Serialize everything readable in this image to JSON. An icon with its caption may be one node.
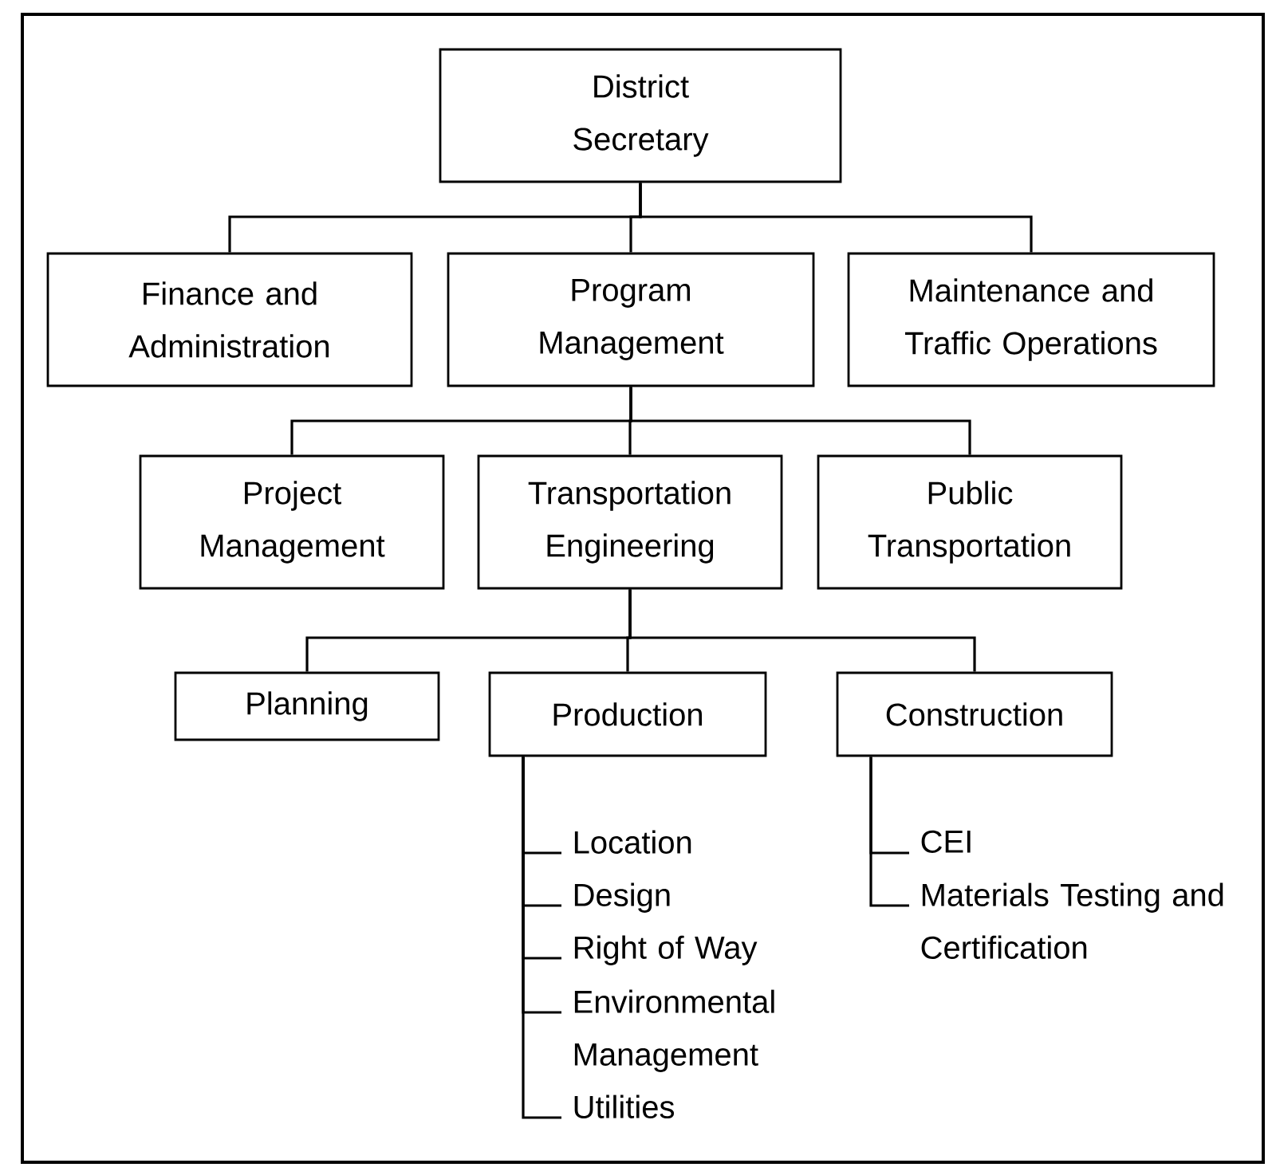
{
  "diagram": {
    "nodes": [
      {
        "text": [
          "District Secretary"
        ]
      },
      {
        "text": [
          "Finance and Administration"
        ]
      },
      {
        "text": [
          "Program Management"
        ]
      },
      {
        "text": [
          "Maintenance and Traffic Operations"
        ]
      },
      {
        "text": [
          "Project Management"
        ]
      },
      {
        "text": [
          "Transportation Engineering"
        ]
      },
      {
        "text": [
          "Public Transportation"
        ]
      },
      {
        "text": [
          "Planning"
        ]
      },
      {
        "text": [
          "Production"
        ]
      },
      {
        "text": [
          "Construction"
        ]
      },
      {
        "text": [
          "Location"
        ]
      },
      {
        "text": [
          "Design"
        ]
      },
      {
        "text": [
          "Right of Way"
        ]
      },
      {
        "text": [
          "Environmental Management"
        ]
      },
      {
        "text": [
          "Utilities"
        ]
      },
      {
        "text": [
          "CEI"
        ]
      },
      {
        "text": [
          "Materials Testing and Certification"
        ]
      }
    ],
    "edges": [
      {
        "from": 0,
        "to": 1,
        "arrow": "none"
      },
      {
        "from": 0,
        "to": 2,
        "arrow": "none"
      },
      {
        "from": 0,
        "to": 3,
        "arrow": "none"
      },
      {
        "from": 2,
        "to": 4,
        "arrow": "none"
      },
      {
        "from": 2,
        "to": 5,
        "arrow": "none"
      },
      {
        "from": 2,
        "to": 6,
        "arrow": "none"
      },
      {
        "from": 5,
        "to": 7,
        "arrow": "none"
      },
      {
        "from": 5,
        "to": 8,
        "arrow": "none"
      },
      {
        "from": 5,
        "to": 9,
        "arrow": "none"
      },
      {
        "from": 8,
        "to": 10,
        "arrow": "none"
      },
      {
        "from": 8,
        "to": 11,
        "arrow": "none"
      },
      {
        "from": 8,
        "to": 12,
        "arrow": "none"
      },
      {
        "from": 8,
        "to": 13,
        "arrow": "none"
      },
      {
        "from": 8,
        "to": 14,
        "arrow": "none"
      },
      {
        "from": 9,
        "to": 15,
        "arrow": "none"
      },
      {
        "from": 9,
        "to": 16,
        "arrow": "none"
      }
    ]
  }
}
